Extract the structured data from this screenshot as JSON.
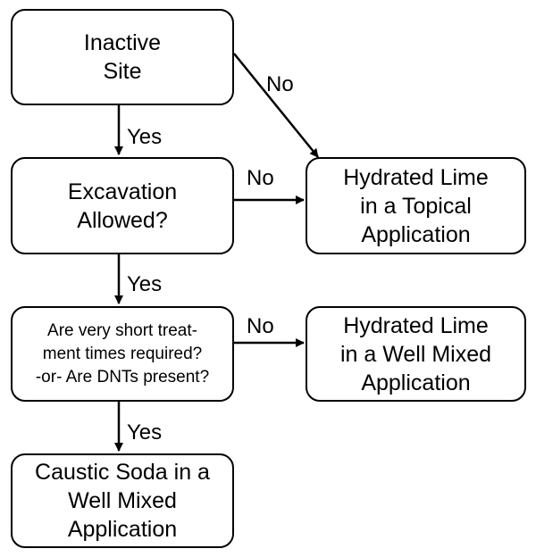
{
  "nodes": {
    "inactive_site": "Inactive\nSite",
    "excavation_allowed": "Excavation\nAllowed?",
    "short_times_or_dnts": "Are very short treat-\nment times required?\n-or- Are DNTs present?",
    "caustic_soda": "Caustic Soda in a\nWell Mixed\nApplication",
    "lime_topical": "Hydrated Lime\nin a Topical\nApplication",
    "lime_well_mixed": "Hydrated Lime\nin a Well Mixed\nApplication"
  },
  "edges": {
    "inactive_to_excavation": "Yes",
    "inactive_to_topical": "No",
    "excavation_to_topical": "No",
    "excavation_to_question": "Yes",
    "question_to_well_mixed": "No",
    "question_to_caustic": "Yes"
  }
}
